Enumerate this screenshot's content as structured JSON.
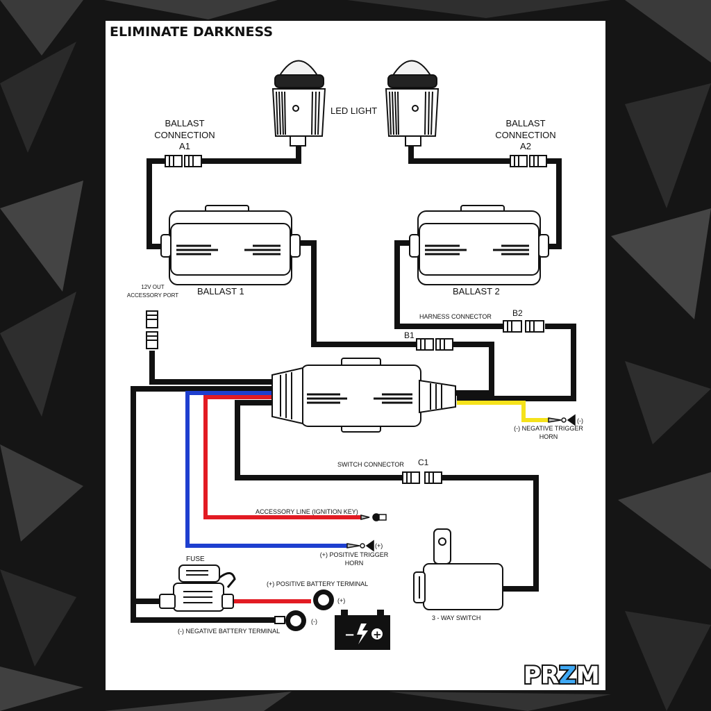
{
  "title": "ELIMINATE DARKNESS",
  "brand": {
    "text_a": "PR",
    "text_b": "Z",
    "text_c": "M",
    "accent": "#3fa9f5"
  },
  "labels": {
    "led_light": "LED LIGHT",
    "ballast_conn_a1": [
      "BALLAST",
      "CONNECTION",
      "A1"
    ],
    "ballast_conn_a2": [
      "BALLAST",
      "CONNECTION",
      "A2"
    ],
    "ballast_1": "BALLAST 1",
    "ballast_2": "BALLAST 2",
    "accessory_port": [
      "12V OUT",
      "ACCESSORY PORT"
    ],
    "harness_connector": "HARNESS CONNECTOR",
    "b1": "B1",
    "b2": "B2",
    "negative_trigger": [
      "(-) NEGATIVE TRIGGER",
      "HORN"
    ],
    "neg_sign": "(-)",
    "switch_connector": "SWITCH CONNECTOR",
    "c1": "C1",
    "accessory_line": "ACCESSORY LINE (IGNITION KEY)",
    "positive_trigger": [
      "(+) POSITIVE TRIGGER",
      "HORN"
    ],
    "pos_sign": "(+)",
    "fuse": "FUSE",
    "positive_battery": "(+) POSITIVE BATTERY TERMINAL",
    "negative_battery": "(-) NEGATIVE BATTERY TERMINAL",
    "batt_pos_sign": "(+)",
    "batt_neg_sign": "(-)",
    "three_way_switch": "3 - WAY SWITCH"
  },
  "wire_colors": {
    "ground": "#111111",
    "positive": "#e21b23",
    "trigger": "#1e3fcf",
    "negative_trigger": "#f5e21a"
  }
}
